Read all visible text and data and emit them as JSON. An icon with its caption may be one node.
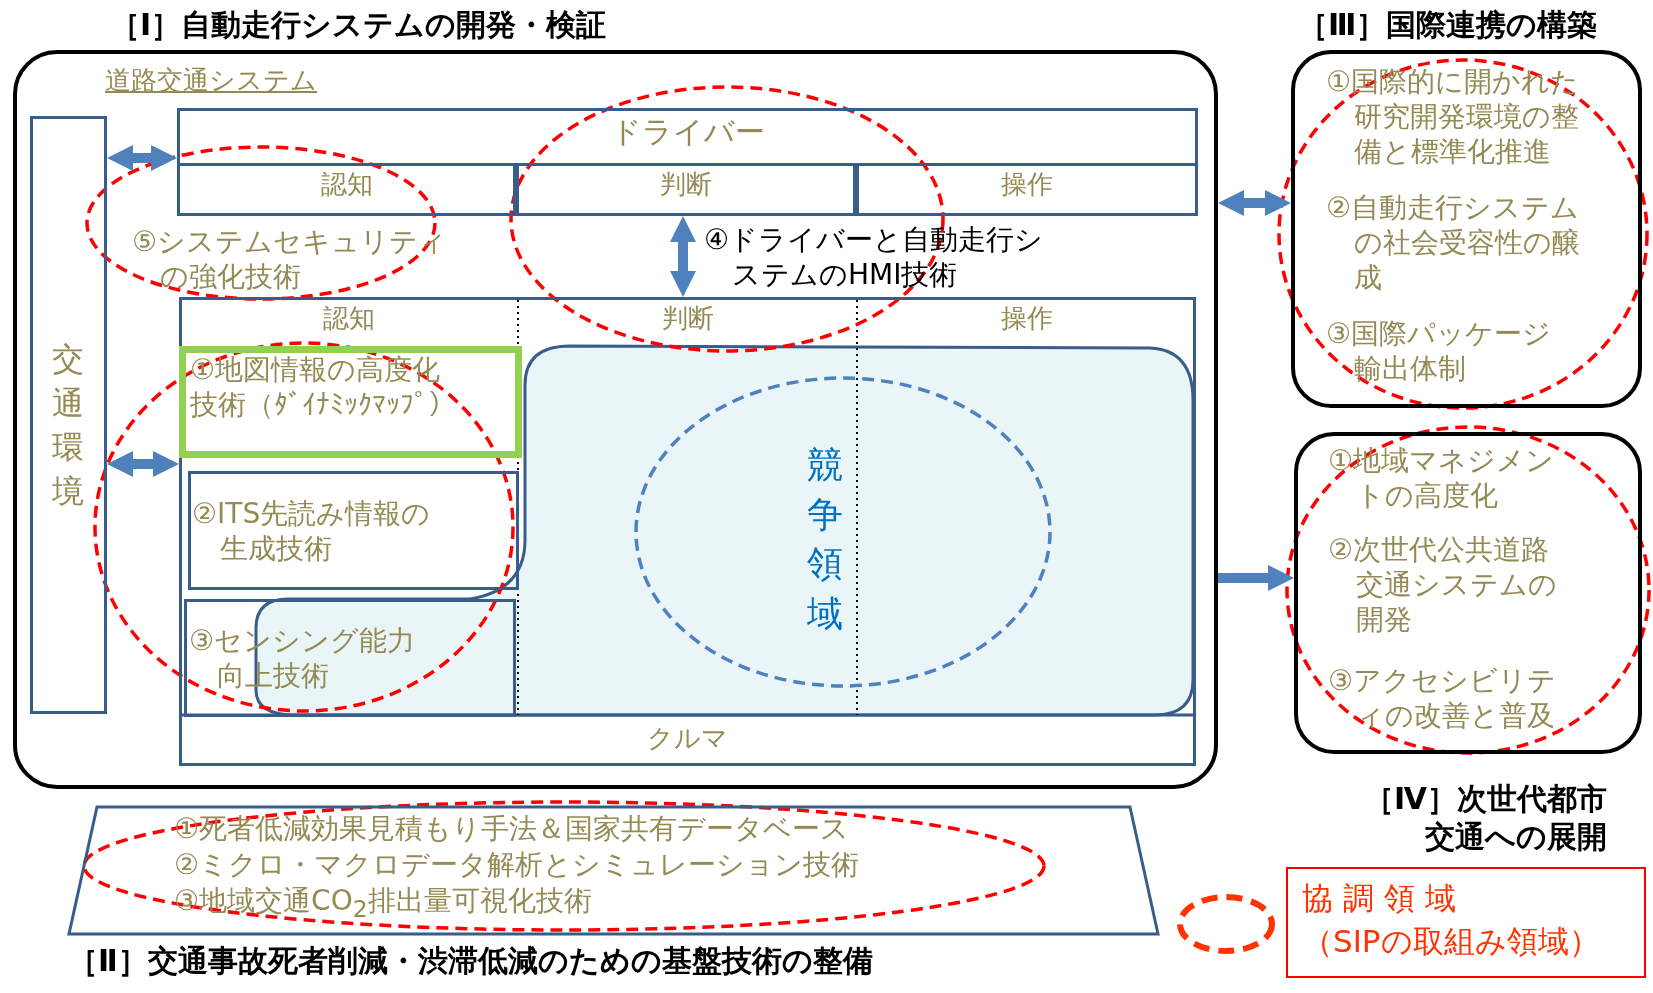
{
  "diagram": {
    "nodes": [
      {
        "text": [
          "［Ⅰ］自動走行システムの開発・検証",
          "道路交通システム"
        ]
      },
      {
        "text": [
          "交通環境"
        ],
        "in": 0
      },
      {
        "text": [
          "ドライバー"
        ],
        "in": 0
      },
      {
        "text": [
          "認知"
        ],
        "in": 2
      },
      {
        "text": [
          "判断"
        ],
        "in": 2
      },
      {
        "text": [
          "操作"
        ],
        "in": 2
      },
      {
        "text": [
          "認知",
          "判断",
          "操作",
          "クルマ"
        ],
        "in": 0
      },
      {
        "text": [
          "①地図情報の高度化技術（ﾀﾞｲﾅﾐｯｸﾏｯﾌﾟ）"
        ],
        "in": 6
      },
      {
        "text": [
          "②ITS先読み情報の生成技術"
        ],
        "in": 6
      },
      {
        "text": [
          "③センシング能力向上技術"
        ],
        "in": 6
      },
      {
        "text": [
          "競争領域"
        ],
        "in": 6
      },
      {
        "text": [
          "［Ⅲ］国際連携の構築",
          "①国際的に開かれた研究開発環境の整備と標準化推進",
          "②自動走行システムの社会受容性の醸成",
          "③国際パッケージ輸出体制"
        ]
      },
      {
        "text": [
          "①地域マネジメントの高度化",
          "②次世代公共道路交通システムの開発",
          "③アクセシビリティの改善と普及",
          "［Ⅳ］次世代都市交通への展開"
        ]
      },
      {
        "text": [
          "①死者低減効果見積もり手法＆国家共有データベース",
          "②ミクロ・マクロデータ解析とシミュレーション技術",
          "③地域交通CO$_{2}$排出量可視化技術",
          "［Ⅱ］交通事故死者削減・渋滞低減のための基盤技術の整備"
        ]
      }
    ],
    "edges": [
      {
        "from": 1,
        "to": 2,
        "arrow": "both"
      },
      {
        "from": 1,
        "to": 6,
        "arrow": "both"
      },
      {
        "from": 2,
        "to": 6,
        "arrow": "both"
      },
      {
        "from": 0,
        "to": 11,
        "arrow": "both"
      },
      {
        "from": 0,
        "to": 12,
        "arrow": "to"
      }
    ],
    "labels": [
      "⑤システムセキュリティの強化技術",
      "④ドライバーと自動走行システムのHMI技術"
    ],
    "legend": [
      {
        "text": "協 調 領 域（SIPの取組み領域）"
      }
    ]
  }
}
